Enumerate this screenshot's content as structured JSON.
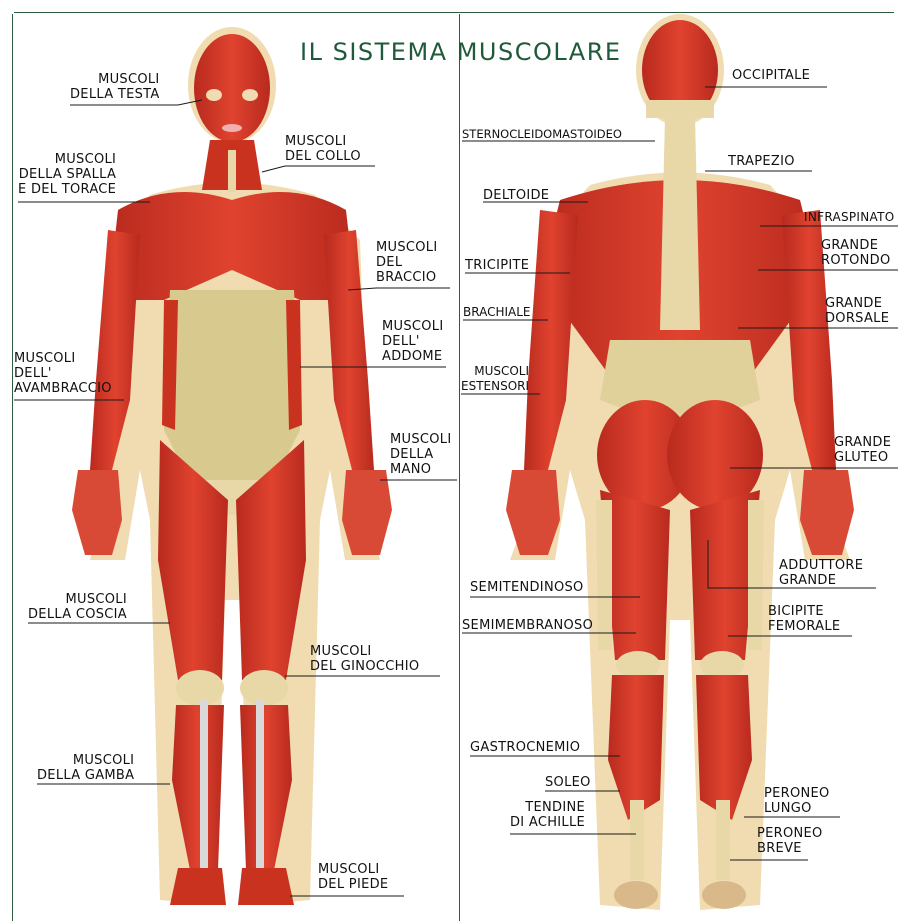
{
  "title": "IL SISTEMA MUSCOLARE",
  "front_labels": {
    "testa": [
      "MUSCOLI",
      "DELLA TESTA"
    ],
    "collo": [
      "MUSCOLI",
      "DEL COLLO"
    ],
    "spalla": [
      "MUSCOLI",
      "DELLA SPALLA",
      "E DEL TORACE"
    ],
    "braccio": [
      "MUSCOLI",
      "DEL",
      "BRACCIO"
    ],
    "addome": [
      "MUSCOLI",
      "DELL'",
      "ADDOME"
    ],
    "avambraccio": [
      "MUSCOLI",
      "DELL'",
      "AVAMBRACCIO"
    ],
    "mano": [
      "MUSCOLI",
      "DELLA",
      "MANO"
    ],
    "coscia": [
      "MUSCOLI",
      "DELLA COSCIA"
    ],
    "ginocchio": [
      "MUSCOLI",
      "DEL GINOCCHIO"
    ],
    "gamba": [
      "MUSCOLI",
      "DELLA GAMBA"
    ],
    "piede": [
      "MUSCOLI",
      "DEL PIEDE"
    ]
  },
  "back_labels": {
    "occipitale": [
      "OCCIPITALE"
    ],
    "sternocleido": [
      "STERNOCLEIDOMASTOIDEO"
    ],
    "trapezio": [
      "TRAPEZIO"
    ],
    "deltoide": [
      "DELTOIDE"
    ],
    "infraspinato": [
      "INFRASPINATO"
    ],
    "grande_rotondo": [
      "GRANDE",
      "ROTONDO"
    ],
    "tricipite": [
      "TRICIPITE"
    ],
    "brachiale": [
      "BRACHIALE"
    ],
    "grande_dorsale": [
      "GRANDE",
      "DORSALE"
    ],
    "estensori": [
      "MUSCOLI",
      "ESTENSORI"
    ],
    "grande_gluteo": [
      "GRANDE",
      "GLUTEO"
    ],
    "adduttore": [
      "ADDUTTORE",
      "GRANDE"
    ],
    "semitendinoso": [
      "SEMITENDINOSO"
    ],
    "bicipite_femorale": [
      "BICIPITE",
      "FEMORALE"
    ],
    "semimembranoso": [
      "SEMIMEMBRANOSO"
    ],
    "gastrocnemio": [
      "GASTROCNEMIO"
    ],
    "soleo": [
      "SOLEO"
    ],
    "tendine_achille": [
      "TENDINE",
      "DI ACHILLE"
    ],
    "peroneo_lungo": [
      "PERONEO",
      "LUNGO"
    ],
    "peroneo_breve": [
      "PERONEO",
      "BREVE"
    ]
  },
  "colors": {
    "muscle": "#d63a2a",
    "muscle_dark": "#a8261c",
    "tendon": "#e8d8a8",
    "skin_outline": "#c9a36a",
    "line": "#1a1a1a",
    "title": "#1f5a3a"
  }
}
